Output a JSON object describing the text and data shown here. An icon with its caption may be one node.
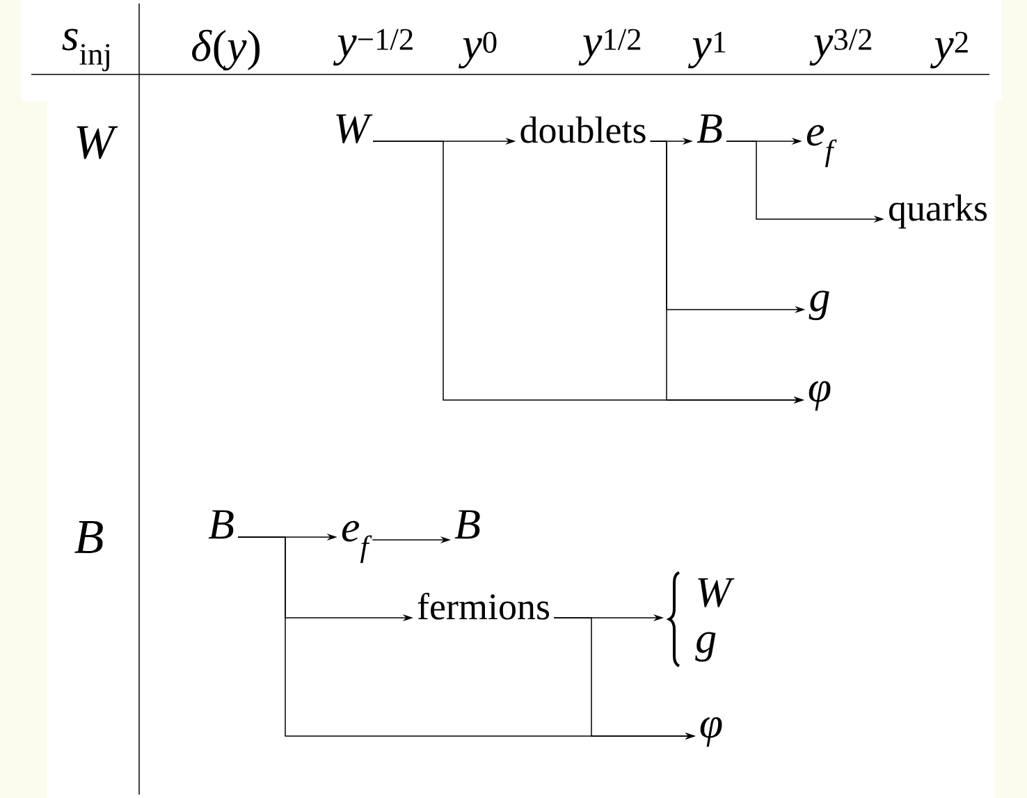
{
  "diagram": {
    "nodes": [
      {
        "text": [
          "W"
        ]
      },
      {
        "text": [
          "doublets"
        ]
      },
      {
        "text": [
          "B"
        ]
      },
      {
        "text": [
          "e$_{f}$"
        ]
      },
      {
        "text": [
          "quarks"
        ]
      },
      {
        "text": [
          "g"
        ]
      },
      {
        "text": [
          "φ"
        ]
      },
      {
        "text": [
          "B"
        ]
      },
      {
        "text": [
          "e$_{f}$"
        ]
      },
      {
        "text": [
          "B"
        ]
      },
      {
        "text": [
          "fermions"
        ]
      },
      {
        "text": [
          "W",
          "g"
        ]
      },
      {
        "text": [
          "φ"
        ]
      }
    ],
    "edges": [
      {
        "from": 0,
        "to": 1,
        "arrow": "to"
      },
      {
        "from": 0,
        "to": 6,
        "arrow": "to"
      },
      {
        "from": 1,
        "to": 2,
        "arrow": "to"
      },
      {
        "from": 1,
        "to": 5,
        "arrow": "to"
      },
      {
        "from": 1,
        "to": 6,
        "arrow": "to"
      },
      {
        "from": 2,
        "to": 3,
        "arrow": "to"
      },
      {
        "from": 2,
        "to": 4,
        "arrow": "to"
      },
      {
        "from": 7,
        "to": 8,
        "arrow": "to"
      },
      {
        "from": 8,
        "to": 9,
        "arrow": "to"
      },
      {
        "from": 7,
        "to": 10,
        "arrow": "to"
      },
      {
        "from": 7,
        "to": 12,
        "arrow": "to"
      },
      {
        "from": 10,
        "to": 11,
        "arrow": "to"
      },
      {
        "from": 10,
        "to": 12,
        "arrow": "to"
      }
    ],
    "labels": [
      "*s*$_{inj}$",
      "*δ*(*y*)",
      "*y*$^{−1/2}$",
      "*y*$^{0}$",
      "*y*$^{1/2}$",
      "*y*$^{1}$",
      "*y*$^{3/2}$",
      "*y*$^{2}$",
      "W",
      "B"
    ]
  }
}
